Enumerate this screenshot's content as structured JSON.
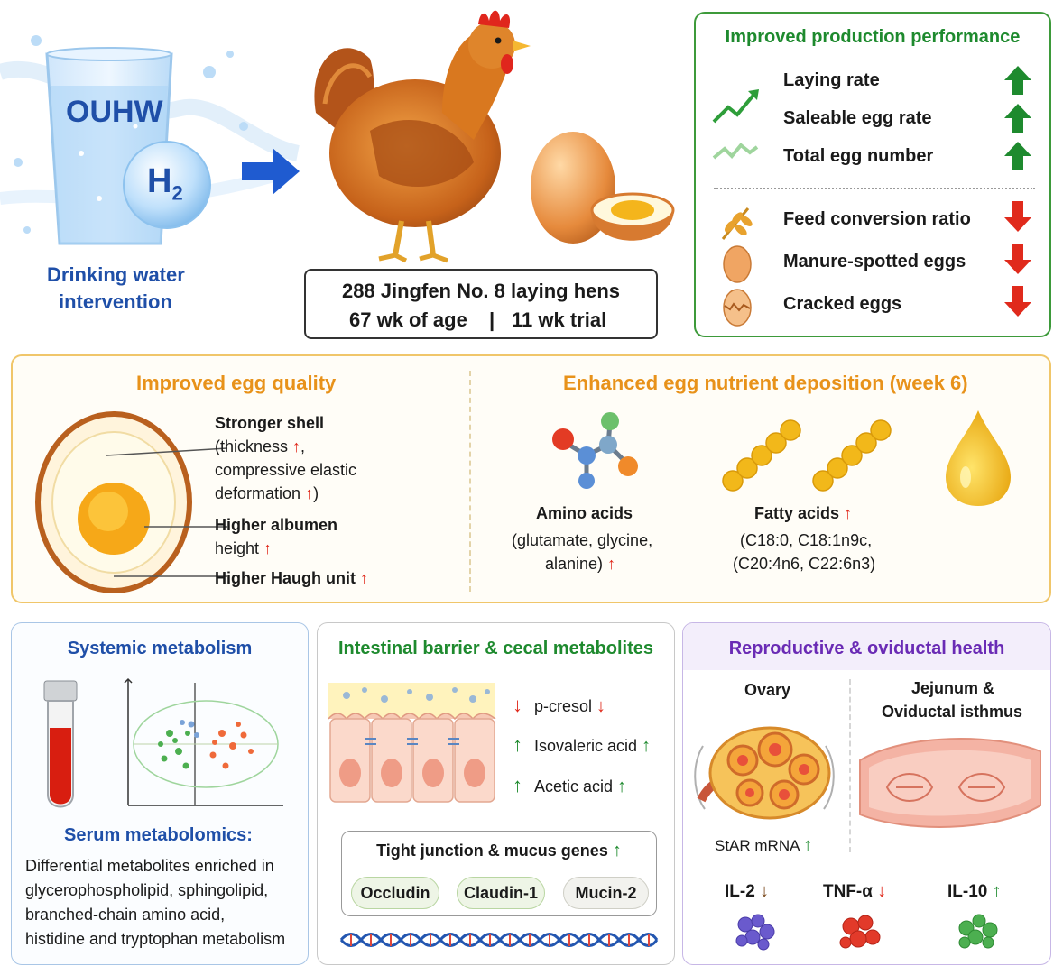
{
  "intervention": {
    "glass_label": "OUHW",
    "molecule": "H",
    "molecule_sub": "2",
    "caption_line1": "Drinking water",
    "caption_line2": "intervention"
  },
  "trial": {
    "line1": "288 Jingfen No. 8 laying hens",
    "line2_left": "67 wk of age",
    "separator": "|",
    "line2_right": "11 wk trial"
  },
  "production": {
    "title": "Improved production performance",
    "increased": [
      {
        "label": "Laying rate",
        "trend": "up"
      },
      {
        "label": "Saleable egg rate",
        "trend": "up"
      },
      {
        "label": "Total egg number",
        "trend": "up"
      }
    ],
    "decreased": [
      {
        "label": "Feed conversion ratio",
        "trend": "down",
        "icon": "wheat-icon"
      },
      {
        "label": "Manure-spotted eggs",
        "trend": "down",
        "icon": "egg-icon"
      },
      {
        "label": "Cracked eggs",
        "trend": "down",
        "icon": "cracked-egg-icon"
      }
    ]
  },
  "egg_quality": {
    "title": "Improved egg quality",
    "shell_title": "Stronger shell",
    "shell_l1": "(thickness",
    "shell_l1_end": ",",
    "shell_l2": "compressive elastic",
    "shell_l3": "deformation",
    "shell_l3_end": ")",
    "albumen_l1": "Higher albumen",
    "albumen_l2": "height",
    "haugh": "Higher Haugh unit",
    "arrow": "↑"
  },
  "nutrients": {
    "title": "Enhanced egg nutrient deposition (week 6)",
    "amino_title": "Amino acids",
    "amino_l1": "(glutamate, glycine,",
    "amino_l2": "alanine)",
    "fatty_title": "Fatty acids",
    "fatty_l1": "(C18:0, C18:1n9c,",
    "fatty_l2": "(C20:4n6, C22:6n3)",
    "arrow": "↑"
  },
  "systemic": {
    "title": "Systemic metabolism",
    "subtitle": "Serum metabolomics:",
    "desc": [
      "Differential metabolites enriched in",
      "glycerophospholipid, sphingolipid,",
      "branched-chain amino acid,",
      "histidine and tryptophan metabolism"
    ]
  },
  "intestinal": {
    "title": "Intestinal barrier & cecal metabolites",
    "metabolites": [
      {
        "label": "p-cresol",
        "trend": "down"
      },
      {
        "label": "Isovaleric acid",
        "trend": "up"
      },
      {
        "label": "Acetic acid",
        "trend": "up"
      }
    ],
    "genes_title": "Tight junction & mucus genes",
    "genes": [
      "Occludin",
      "Claudin-1",
      "Mucin-2"
    ],
    "up_arrow": "↑",
    "down_arrow": "↓"
  },
  "reproductive": {
    "title": "Reproductive & oviductal health",
    "ovary": "Ovary",
    "jejunum_l1": "Jejunum &",
    "jejunum_l2": "Oviductal isthmus",
    "star": "StAR mRNA",
    "cytokines": [
      {
        "label": "IL-2",
        "trend": "down",
        "color": "#6a5acd"
      },
      {
        "label": "TNF-α",
        "trend": "down",
        "color": "#e23a2a"
      },
      {
        "label": "IL-10",
        "trend": "up",
        "color": "#4caf50"
      }
    ],
    "up_arrow": "↑",
    "down_arrow": "↓"
  },
  "colors": {
    "green": "#1e8a2e",
    "red": "#e02a1c",
    "blue": "#1f4fa8",
    "orange": "#e8921a",
    "purple": "#6a2bb5"
  }
}
